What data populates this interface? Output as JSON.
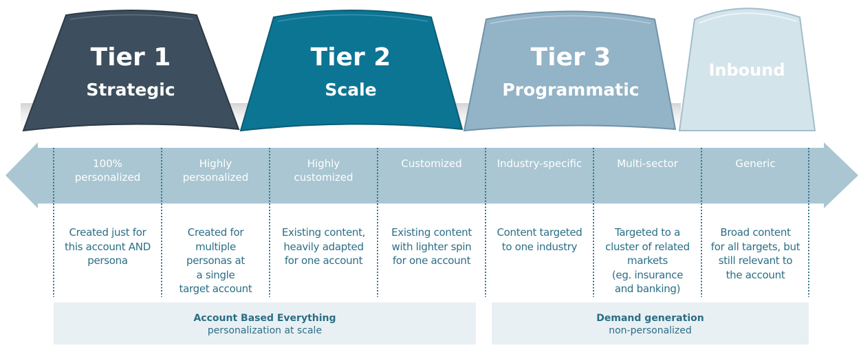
{
  "tiers": [
    {
      "title": "Tier 1",
      "subtitle": "Strategic",
      "color": "#3d4f5e"
    },
    {
      "title": "Tier 2",
      "subtitle": "Scale",
      "color": "#0d7594"
    },
    {
      "title": "Tier 3",
      "subtitle": "Programmatic",
      "color": "#93b3c6"
    },
    {
      "title": "Inbound",
      "subtitle": "",
      "color": "#d4e4eb"
    }
  ],
  "arrow_color": "#a9c6d2",
  "columns": [
    {
      "label": "100%\npersonalized",
      "description": "Created just for\nthis account AND\npersona"
    },
    {
      "label": "Highly\npersonalized",
      "description": "Created for\nmultiple\npersonas at\na single\ntarget account"
    },
    {
      "label": "Highly\ncustomized",
      "description": "Existing content,\nheavily adapted\nfor one account"
    },
    {
      "label": "Customized",
      "description": "Existing content\nwith lighter spin\nfor one account"
    },
    {
      "label": "Industry-specific",
      "description": "Content targeted\nto one industry"
    },
    {
      "label": "Multi-sector",
      "description": "Targeted to a\ncluster of related\nmarkets\n(eg. insurance\nand banking)"
    },
    {
      "label": "Generic",
      "description": "Broad content\nfor all targets, but\nstill relevant to\nthe account"
    }
  ],
  "groups": [
    {
      "title": "Account Based Everything",
      "subtitle": "personalization at scale"
    },
    {
      "title": "Demand generation",
      "subtitle": "non-personalized"
    }
  ]
}
